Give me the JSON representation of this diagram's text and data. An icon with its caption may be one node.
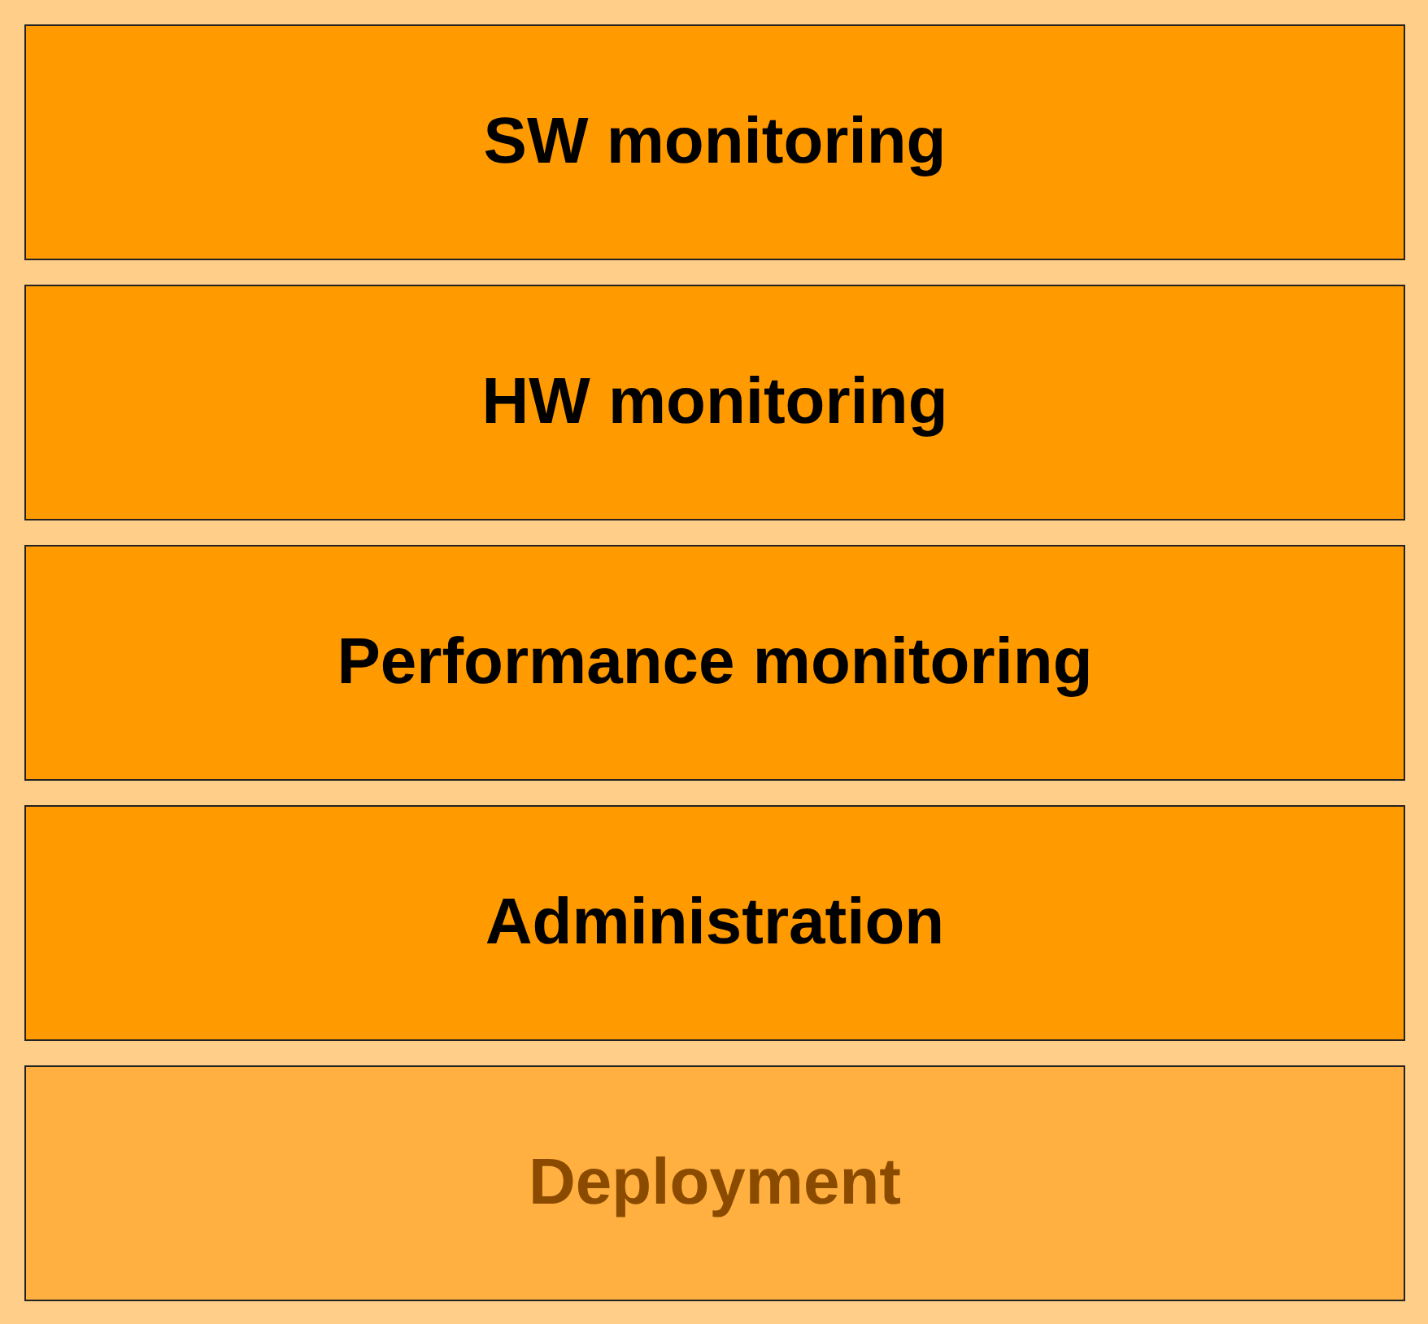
{
  "diagram": {
    "nodes": [
      {
        "text": [
          "SW monitoring"
        ]
      },
      {
        "text": [
          "HW monitoring"
        ]
      },
      {
        "text": [
          "Performance monitoring"
        ]
      },
      {
        "text": [
          "Administration"
        ]
      },
      {
        "text": [
          "Deployment"
        ]
      }
    ]
  }
}
